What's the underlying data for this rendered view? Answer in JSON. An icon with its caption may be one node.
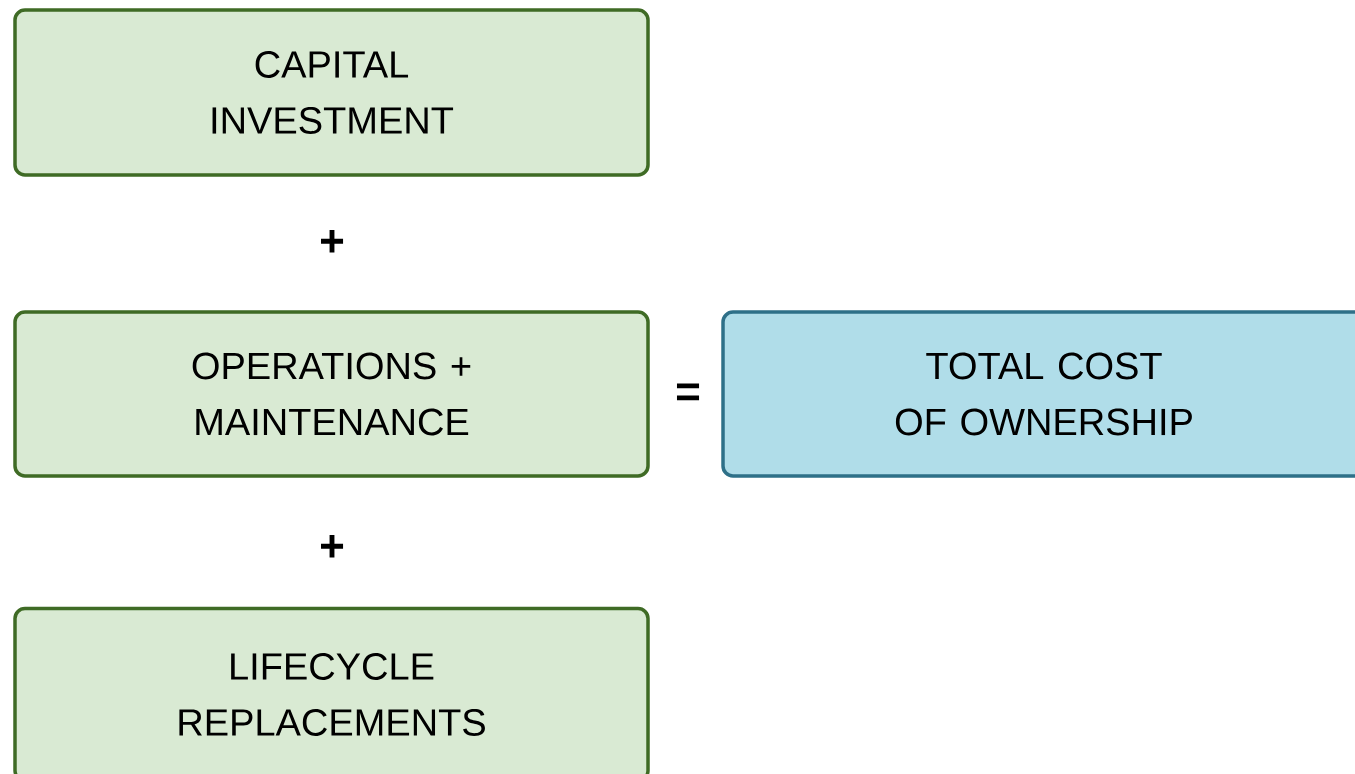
{
  "diagram": {
    "nodes": [
      {
        "text": [
          "CAPITAL INVESTMENT"
        ]
      },
      {
        "text": [
          "OPERATIONS + MAINTENANCE"
        ]
      },
      {
        "text": [
          "LIFECYCLE REPLACEMENTS"
        ]
      },
      {
        "text": [
          "TOTAL COST OF OWNERSHIP"
        ]
      }
    ],
    "labels": [
      "+",
      "=",
      "+"
    ]
  }
}
